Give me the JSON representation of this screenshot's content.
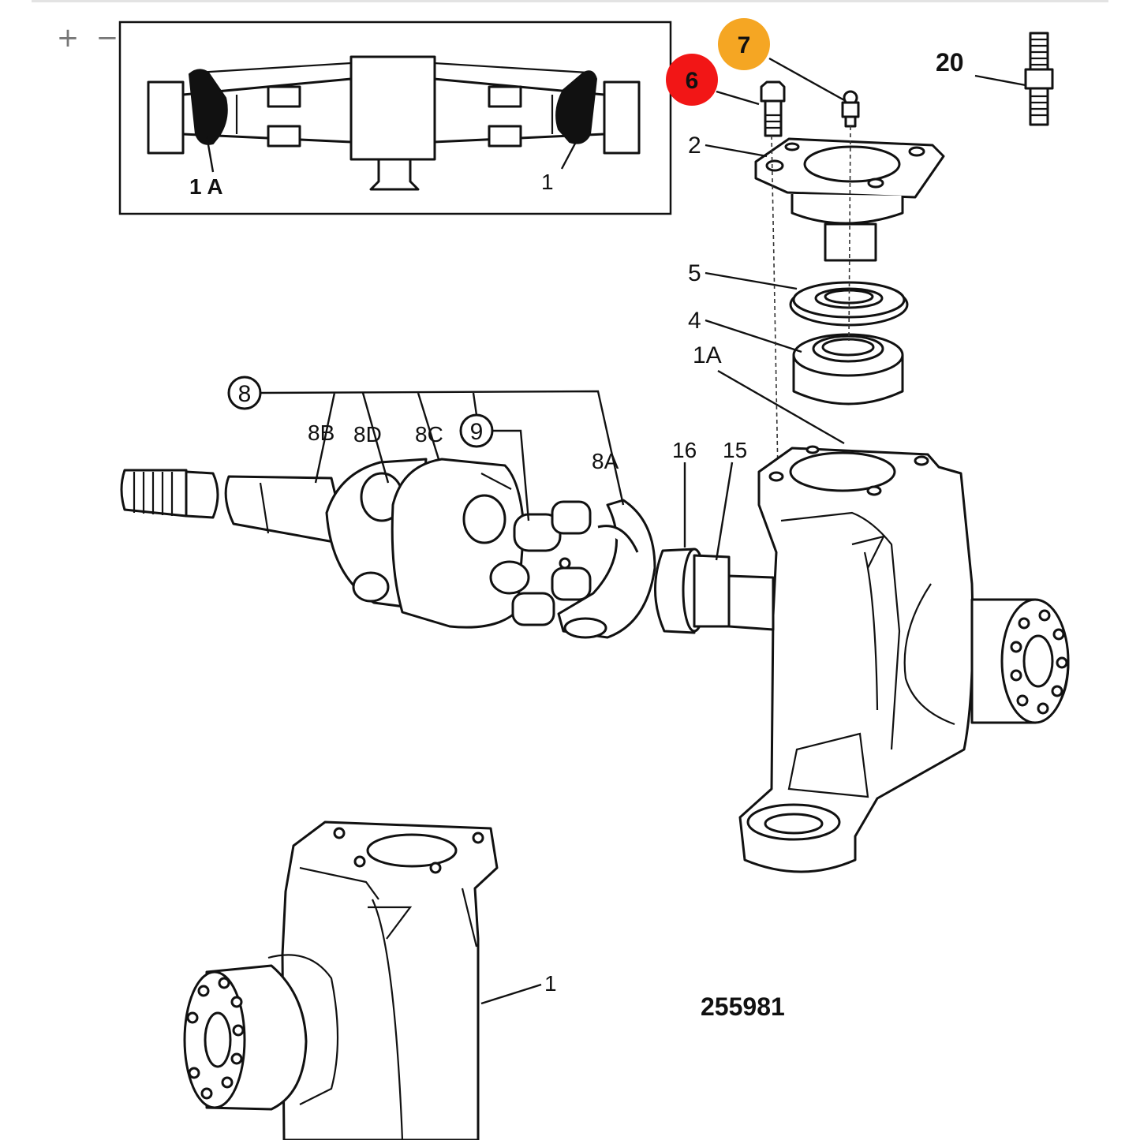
{
  "controls": {
    "zoom_in": "+",
    "zoom_out": "−"
  },
  "drawing_number": "255981",
  "inset": {
    "labels": {
      "left": "1 A",
      "right": "1"
    }
  },
  "callouts": {
    "c6": {
      "label": "6",
      "color": "#f21616"
    },
    "c7": {
      "label": "7",
      "color": "#f5a623"
    },
    "c8": {
      "label": "8"
    },
    "c9": {
      "label": "9"
    }
  },
  "labels": {
    "p20": "20",
    "p2": "2",
    "p5": "5",
    "p4": "4",
    "p1A": "1A",
    "p8B": "8B",
    "p8D": "8D",
    "p8C": "8C",
    "p8A": "8A",
    "p16": "16",
    "p15": "15",
    "p1": "1"
  }
}
